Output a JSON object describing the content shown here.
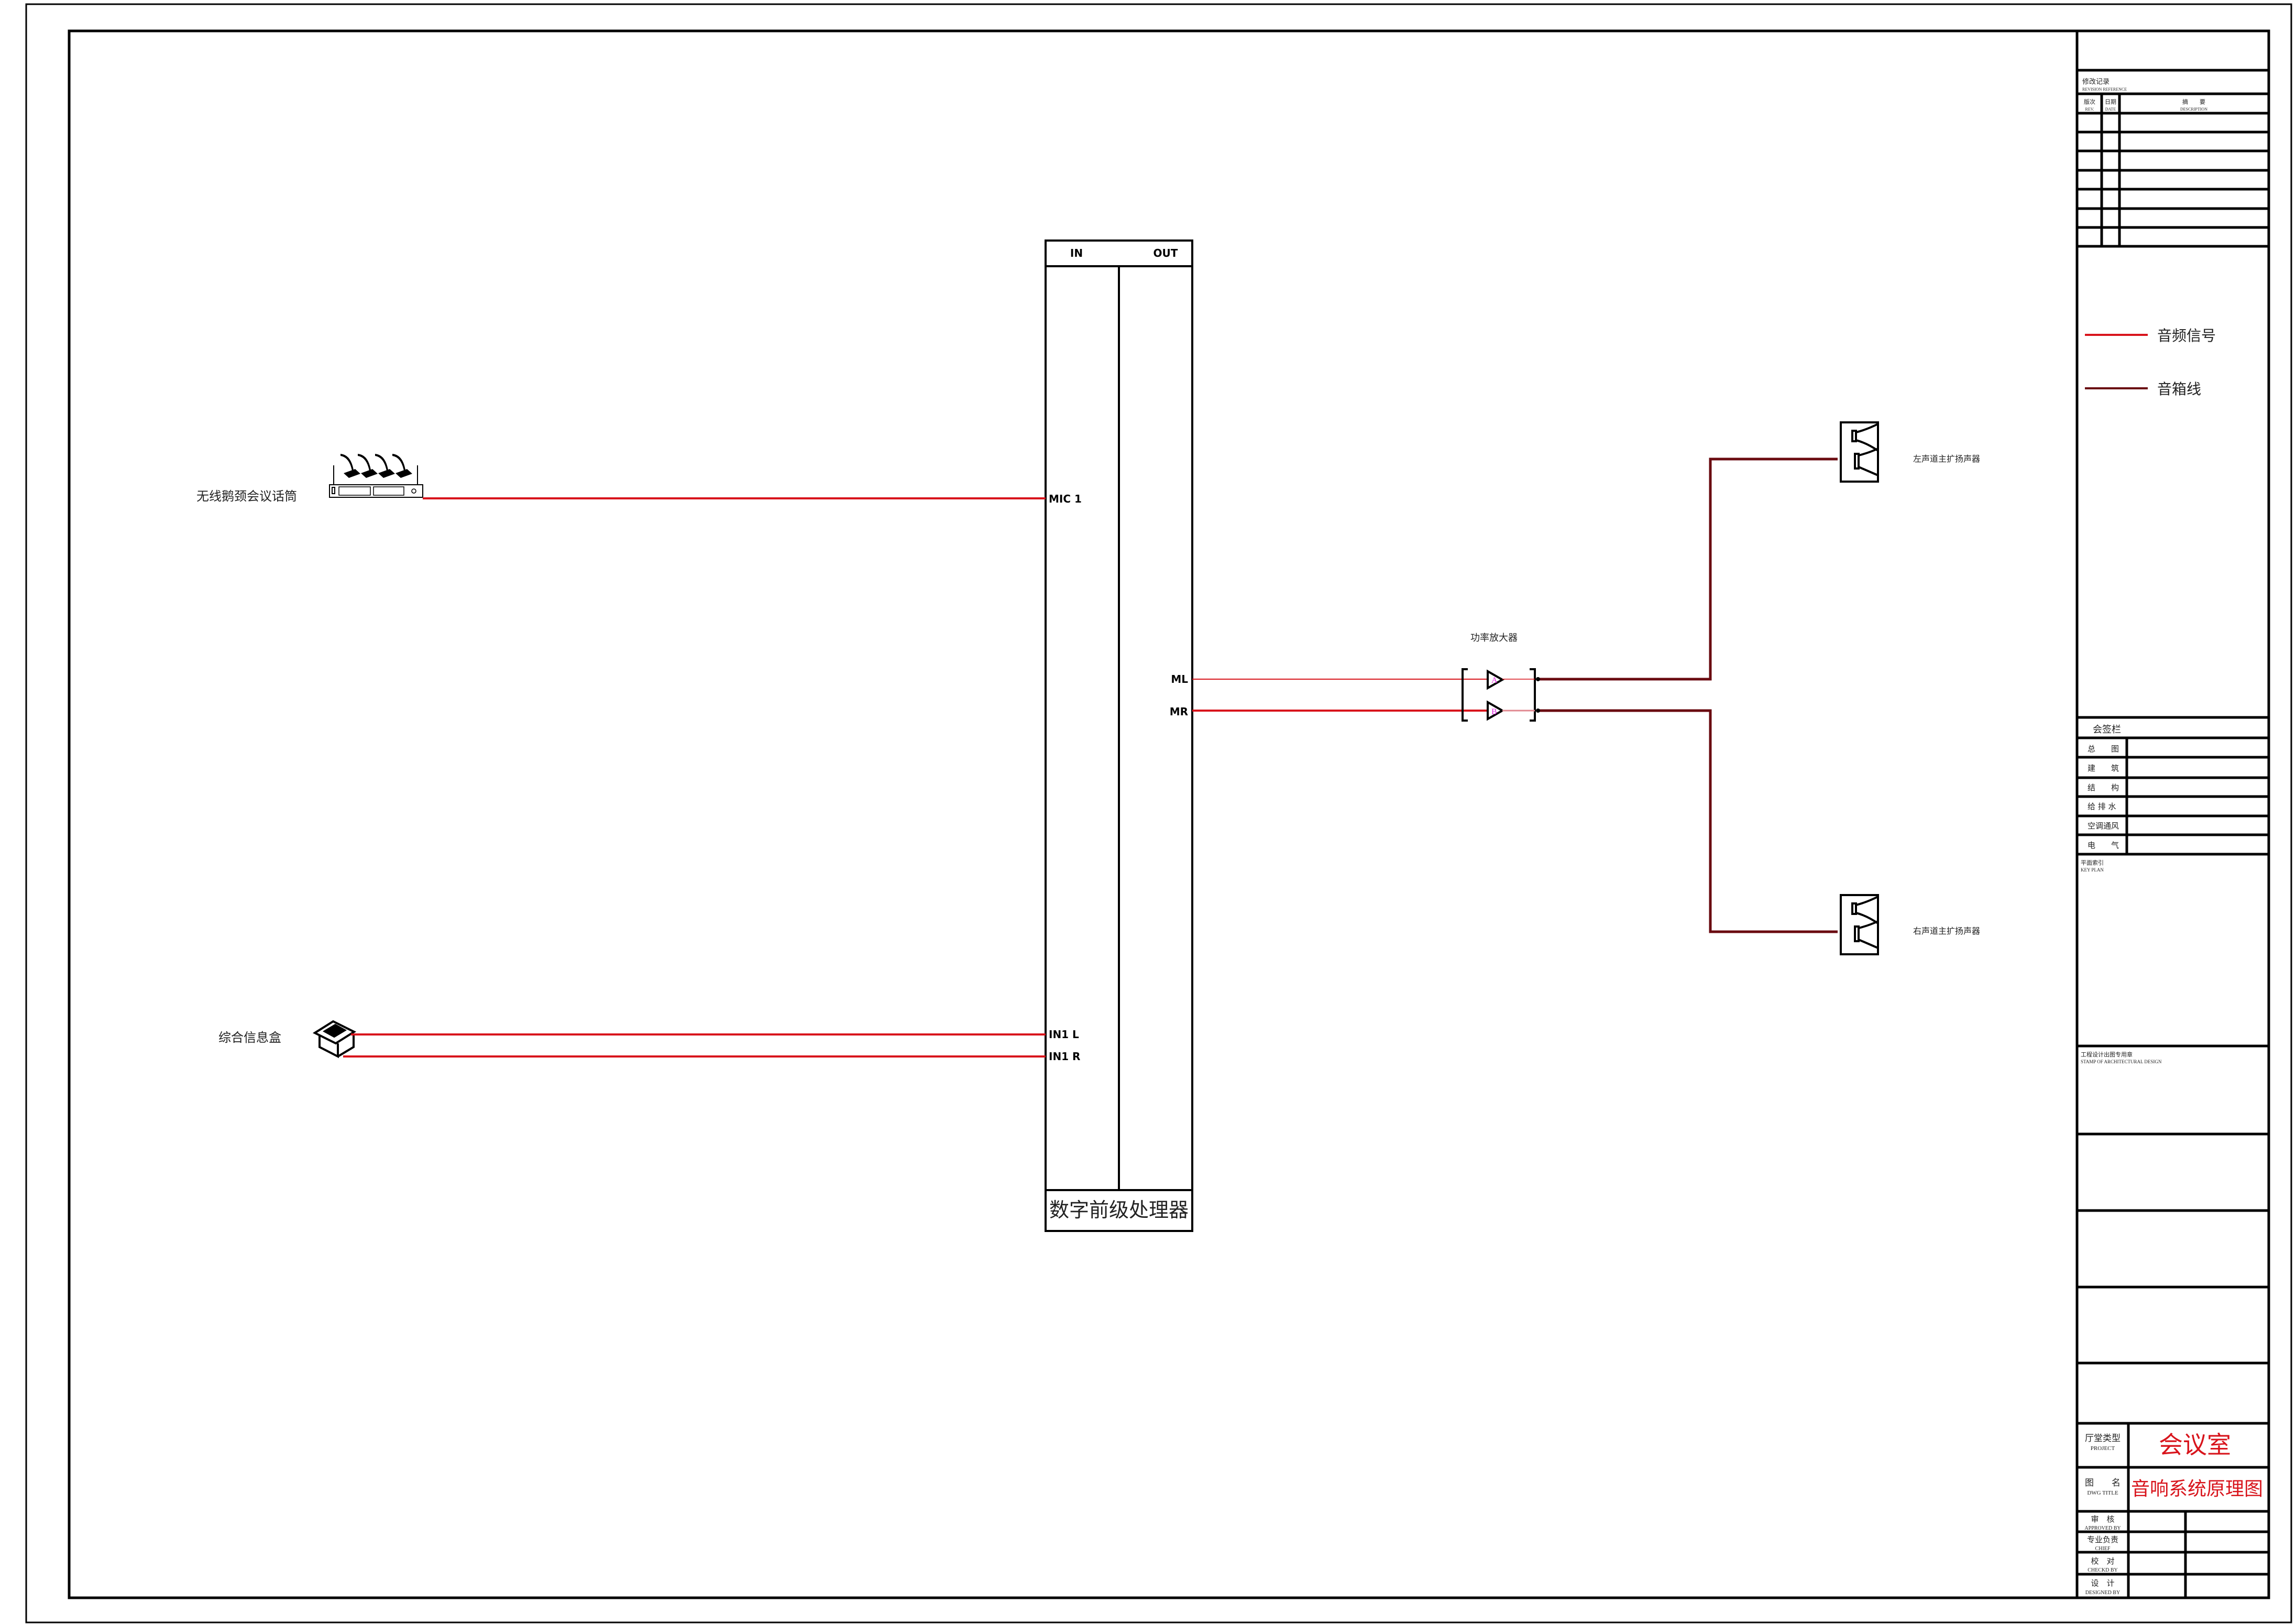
{
  "colors": {
    "audio_signal": "#d8141c",
    "speaker_cable": "#6a0a10",
    "title_red": "#d8141c"
  },
  "devices": {
    "wireless_mic": "无线鹅颈会议话筒",
    "info_box": "综合信息盒",
    "processor": "数字前级处理器",
    "amplifier": "功率放大器",
    "amp_channel_a": "A",
    "amp_channel_b": "B",
    "speaker_left": "左声道主扩扬声器",
    "speaker_right": "右声道主扩扬声器"
  },
  "processor_ports": {
    "in_header": "IN",
    "out_header": "OUT",
    "mic1": "MIC 1",
    "in1l": "IN1 L",
    "in1r": "IN1 R",
    "ml": "ML",
    "mr": "MR"
  },
  "legend": {
    "audio_signal": "音频信号",
    "speaker_cable": "音箱线"
  },
  "title_block": {
    "revision": {
      "title_cn": "修改记录",
      "title_en": "REVISION REFERENCE",
      "rev_cn": "版次",
      "rev_en": "REV.",
      "date_cn": "日期",
      "date_en": "DATE",
      "desc_cn": "摘　　要",
      "desc_en": "DESCRIPTION"
    },
    "countersign": {
      "title": "会签栏",
      "rows": [
        "总　　图",
        "建　　筑",
        "结　　构",
        "给 排 水",
        "空调通风",
        "电　　气"
      ]
    },
    "key_plan": {
      "cn": "平面索引",
      "en": "KEY PLAN"
    },
    "stamp": {
      "cn": "工程设计出图专用章",
      "en": "STAMP OF ARCHITECTURAL DESIGN"
    },
    "project": {
      "label_cn": "厅堂类型",
      "label_en": "PROJECT",
      "value": "会议室"
    },
    "dwg_title": {
      "label_cn": "图　　名",
      "label_en": "DWG TITLE",
      "value": "音响系统原理图"
    },
    "signoff": [
      {
        "cn": "审　核",
        "en": "APPROVED BY"
      },
      {
        "cn": "专业负责",
        "en": "CHIEF"
      },
      {
        "cn": "校　对",
        "en": "CHECKD BY"
      },
      {
        "cn": "设　计",
        "en": "DESIGNED BY"
      }
    ]
  }
}
